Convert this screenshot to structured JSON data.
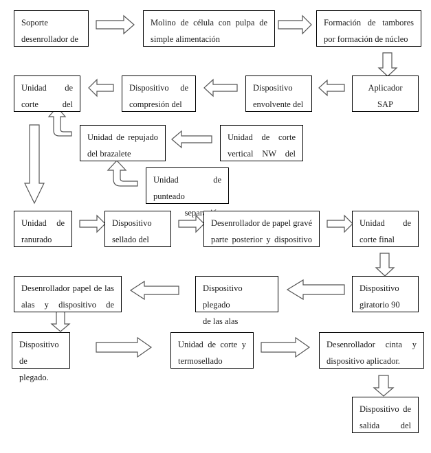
{
  "diagram": {
    "nodes": [
      {
        "id": "n1",
        "lines": [
          "Soporte",
          "desenrollador de"
        ]
      },
      {
        "id": "n2",
        "lines": [
          "Molino de célula con pulpa de",
          "simple alimentación"
        ]
      },
      {
        "id": "n3",
        "lines": [
          "Formación de tambores",
          "por formación de núcleo"
        ]
      },
      {
        "id": "n4",
        "lines": [
          "Aplicador SAP"
        ]
      },
      {
        "id": "n5",
        "lines": [
          "Dispositivo",
          "envolvente del"
        ]
      },
      {
        "id": "n6",
        "lines": [
          "Dispositivo de",
          "compresión del"
        ]
      },
      {
        "id": "n7",
        "lines": [
          "Unidad de",
          "corte del"
        ]
      },
      {
        "id": "n8",
        "lines": [
          "Unidad de repujado",
          "del brazalete"
        ]
      },
      {
        "id": "n9",
        "lines": [
          "Unidad de corte",
          "vertical NW del"
        ]
      },
      {
        "id": "n10",
        "lines": [
          "Unidad de punteado",
          "y separación ADL"
        ]
      },
      {
        "id": "n11",
        "lines": [
          "Unidad de",
          "ranurado"
        ]
      },
      {
        "id": "n12",
        "lines": [
          "Dispositivo",
          "sellado del"
        ]
      },
      {
        "id": "n13",
        "lines": [
          "Desenrollador de papel gravé",
          "parte posterior y dispositivo"
        ]
      },
      {
        "id": "n14",
        "lines": [
          "Unidad de",
          "corte final"
        ]
      },
      {
        "id": "n15",
        "lines": [
          "Dispositivo",
          "giratorio 90"
        ]
      },
      {
        "id": "n16",
        "lines": [
          "Dispositivo plegado",
          "de las alas"
        ]
      },
      {
        "id": "n17",
        "lines": [
          "Desenrollador papel de las",
          "alas y dispositivo de"
        ]
      },
      {
        "id": "n18",
        "lines": [
          "Dispositivo de",
          "plegado."
        ]
      },
      {
        "id": "n19",
        "lines": [
          "Unidad de corte y",
          "termosellado"
        ]
      },
      {
        "id": "n20",
        "lines": [
          "Desenrollador cinta y",
          "dispositivo aplicador."
        ]
      },
      {
        "id": "n21",
        "lines": [
          "Dispositivo de",
          "salida del"
        ]
      }
    ],
    "edges": [
      [
        "n1",
        "n2"
      ],
      [
        "n2",
        "n3"
      ],
      [
        "n3",
        "n4"
      ],
      [
        "n4",
        "n5"
      ],
      [
        "n5",
        "n6"
      ],
      [
        "n6",
        "n7"
      ],
      [
        "n9",
        "n8"
      ],
      [
        "n10",
        "n8"
      ],
      [
        "n8",
        "n7"
      ],
      [
        "n7",
        "n11"
      ],
      [
        "n11",
        "n12"
      ],
      [
        "n12",
        "n13"
      ],
      [
        "n13",
        "n14"
      ],
      [
        "n14",
        "n15"
      ],
      [
        "n15",
        "n16"
      ],
      [
        "n16",
        "n17"
      ],
      [
        "n17",
        "n18"
      ],
      [
        "n18",
        "n19"
      ],
      [
        "n19",
        "n20"
      ],
      [
        "n20",
        "n21"
      ]
    ]
  }
}
